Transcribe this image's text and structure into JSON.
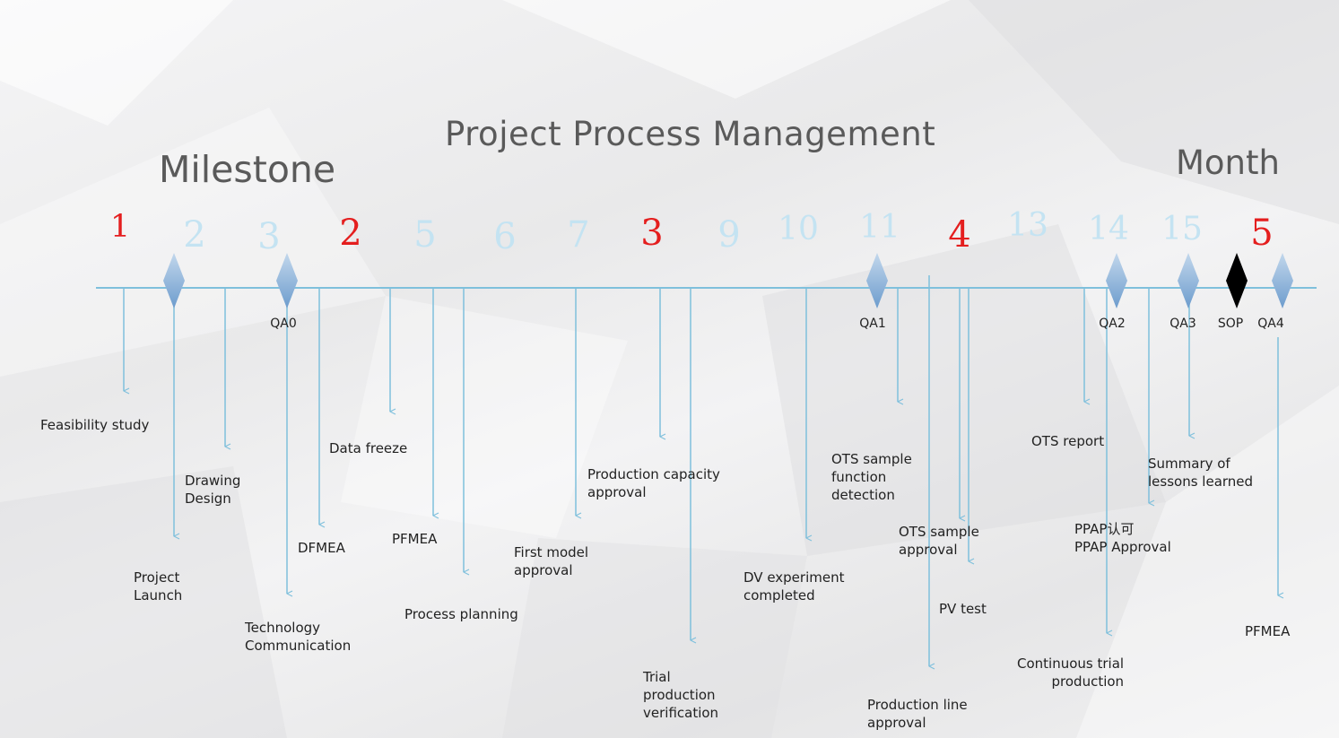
{
  "title": "Project Process Management",
  "milestone_label": "Milestone",
  "month_label": "Month",
  "numbers": [
    {
      "text": "1",
      "color": "red"
    },
    {
      "text": "2",
      "color": "blue"
    },
    {
      "text": "3",
      "color": "blue"
    },
    {
      "text": "2",
      "color": "red"
    },
    {
      "text": "5",
      "color": "blue"
    },
    {
      "text": "6",
      "color": "blue"
    },
    {
      "text": "7",
      "color": "blue"
    },
    {
      "text": "3",
      "color": "red"
    },
    {
      "text": "9",
      "color": "blue"
    },
    {
      "text": "10",
      "color": "blue"
    },
    {
      "text": "11",
      "color": "blue"
    },
    {
      "text": "4",
      "color": "red"
    },
    {
      "text": "13",
      "color": "blue"
    },
    {
      "text": "14",
      "color": "blue"
    },
    {
      "text": "15",
      "color": "blue"
    },
    {
      "text": "5",
      "color": "red"
    }
  ],
  "gates": [
    {
      "label": "",
      "color": "blue"
    },
    {
      "label": "QA0",
      "color": "blue"
    },
    {
      "label": "QA1",
      "color": "blue"
    },
    {
      "label": "QA2",
      "color": "blue"
    },
    {
      "label": "QA3",
      "color": "blue"
    },
    {
      "label": "SOP",
      "color": "black"
    },
    {
      "label": "QA4",
      "color": "blue"
    }
  ],
  "tasks": [
    "Feasibility study",
    "Project\nLaunch",
    "Drawing\nDesign",
    "Technology\nCommunication",
    "DFMEA",
    "Data freeze",
    "PFMEA",
    "Process planning",
    "First model\napproval",
    "Production capacity\napproval",
    "Trial\nproduction\nverification",
    "DV experiment\ncompleted",
    "OTS sample\nfunction\ndetection",
    "Production line\napproval",
    "OTS sample\napproval",
    "PV test",
    "OTS report",
    "Continuous trial\nproduction",
    "PPAP认可\nPPAP Approval",
    "Summary of\nlessons learned",
    "PFMEA"
  ],
  "colors": {
    "line": "#7fc0dc",
    "diamond_top": "#b3cde6",
    "diamond_bottom": "#6f9fcf",
    "red": "#e41e1e",
    "light_blue": "#c4e3f2"
  }
}
